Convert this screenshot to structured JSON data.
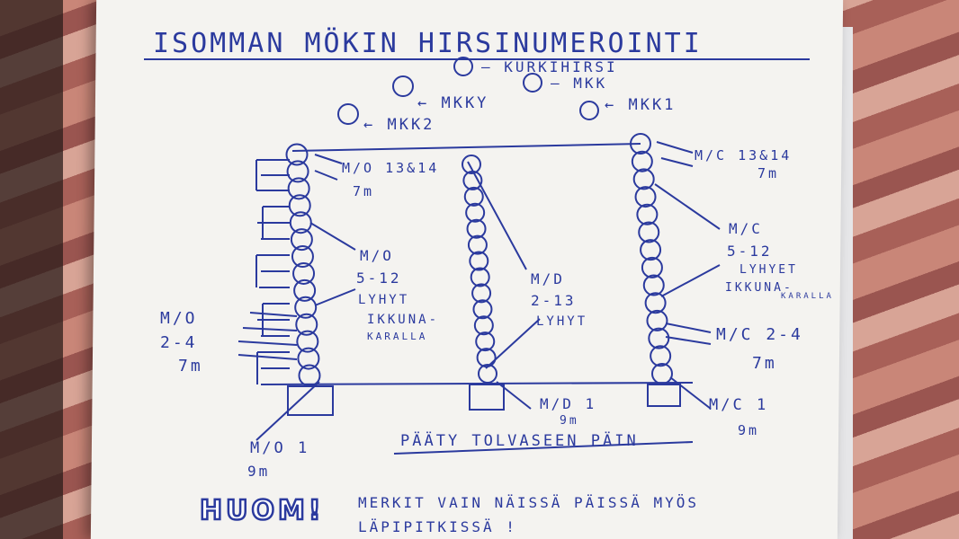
{
  "title": "ISOMMAN MÖKIN HIRSINUMEROINTI",
  "legend": {
    "kurkihirsi": "— KURKIHIRSI",
    "mkk": "— MKK",
    "mkky": "← MKKY",
    "mkk1": "← MKK1",
    "mkk2": "← MKK2"
  },
  "labels": {
    "mo_13_14": "M/O 13&14",
    "mo_13_14_len": "7m",
    "mo_5_12": "M/O",
    "mo_5_12_range": "5-12",
    "mo_5_12_l1": "LYHYT",
    "mo_5_12_l2": "IKKUNA-",
    "mo_5_12_l3": "KARALLA",
    "mo_2_4": "M/O",
    "mo_2_4_range": "2-4",
    "mo_2_4_len": "7m",
    "mo_1": "M/O 1",
    "mo_1_len": "9m",
    "md_2_13": "M/D",
    "md_2_13_range": "2-13",
    "md_2_13_l1": "LYHYT",
    "md_1": "M/D 1",
    "md_1_len": "9m",
    "mc_13_14": "M/C 13&14",
    "mc_13_14_len": "7m",
    "mc_5_12": "M/C",
    "mc_5_12_range": "5-12",
    "mc_5_12_l1": "LYHYET",
    "mc_5_12_l2": "IKKUNA-",
    "mc_5_12_l3": "KARALLA",
    "mc_2_4": "M/C 2-4",
    "mc_2_4_len": "7m",
    "mc_1": "M/C 1",
    "mc_1_len": "9m"
  },
  "direction_label": "PÄÄTY TOLVASEEN PÄIN",
  "note": {
    "huom": "HUOM!",
    "line1": "MERKIT VAIN NÄISSÄ PÄISSÄ MYÖS",
    "line2": "LÄPIPITKISSÄ !"
  },
  "colors": {
    "ink": "#2b3a9e",
    "paper": "#f4f3f0"
  }
}
